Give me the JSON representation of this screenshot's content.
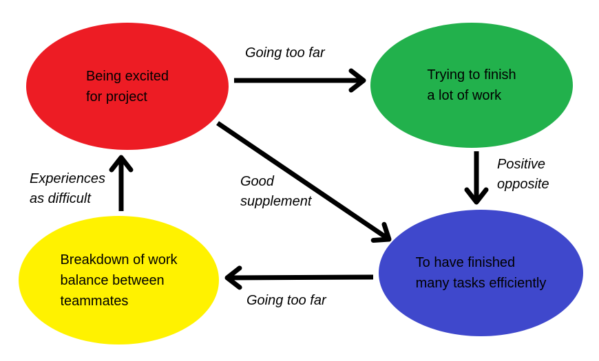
{
  "diagram": {
    "background_color": "#ffffff",
    "arrow_color": "#000000",
    "text_color": "#000000",
    "nodes": {
      "excited": {
        "shape": "ellipse",
        "color": "#ED1C24",
        "lines": [
          "Being excited",
          "for project"
        ]
      },
      "finish_work": {
        "shape": "ellipse",
        "color": "#22B14C",
        "lines": [
          "Trying to finish",
          "a lot of work"
        ]
      },
      "finished_tasks": {
        "shape": "ellipse",
        "color": "#3F48CC",
        "lines": [
          "To have finished",
          "many tasks efficiently"
        ]
      },
      "breakdown": {
        "shape": "ellipse",
        "color": "#FFF200",
        "lines": [
          "Breakdown of work",
          "balance between",
          "teammates"
        ]
      }
    },
    "edges": [
      {
        "from": "excited",
        "to": "finish_work",
        "label": "Going too far"
      },
      {
        "from": "finish_work",
        "to": "finished_tasks",
        "label": "Positive opposite"
      },
      {
        "from": "excited",
        "to": "finished_tasks",
        "label": "Good supplement"
      },
      {
        "from": "finished_tasks",
        "to": "breakdown",
        "label": "Going too far"
      },
      {
        "from": "breakdown",
        "to": "excited",
        "label": "Experiences as difficult"
      }
    ],
    "edge_labels": {
      "going_too_far_top": {
        "lines": [
          "Going too far"
        ]
      },
      "positive_opposite": {
        "lines": [
          "Positive",
          "opposite"
        ]
      },
      "good_supplement": {
        "lines": [
          "Good",
          "supplement"
        ]
      },
      "going_too_far_bottom": {
        "lines": [
          "Going too far"
        ]
      },
      "experiences_as_difficult": {
        "lines": [
          "Experiences",
          "as difficult"
        ]
      }
    }
  }
}
